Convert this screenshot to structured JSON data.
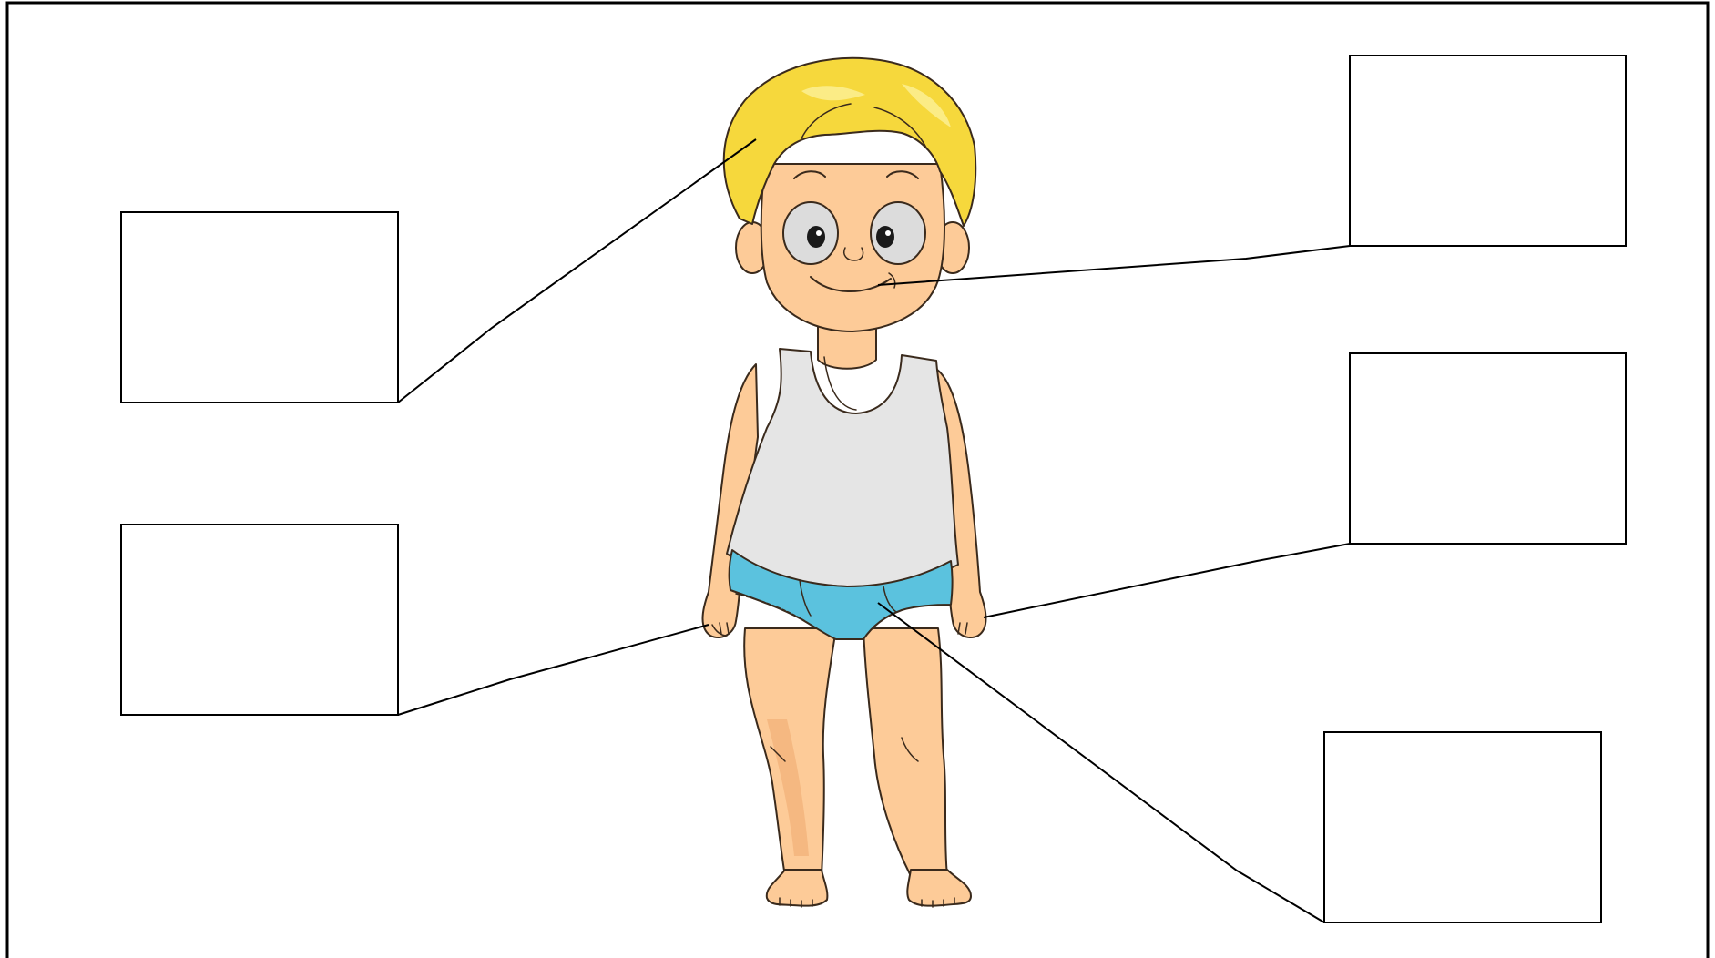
{
  "worksheet": {
    "label_boxes": [
      {
        "id": "box-left-top",
        "text": ""
      },
      {
        "id": "box-left-bottom",
        "text": ""
      },
      {
        "id": "box-right-top",
        "text": ""
      },
      {
        "id": "box-right-middle",
        "text": ""
      },
      {
        "id": "box-right-bottom",
        "text": ""
      }
    ],
    "colors": {
      "skin": "#FDCB98",
      "skin_shadow": "#F0AC72",
      "hair": "#F6D83C",
      "hair_highlight": "#FBEC86",
      "vest": "#E5E5E5",
      "shorts": "#5BC2DE",
      "outline": "#3A2A1C"
    }
  }
}
